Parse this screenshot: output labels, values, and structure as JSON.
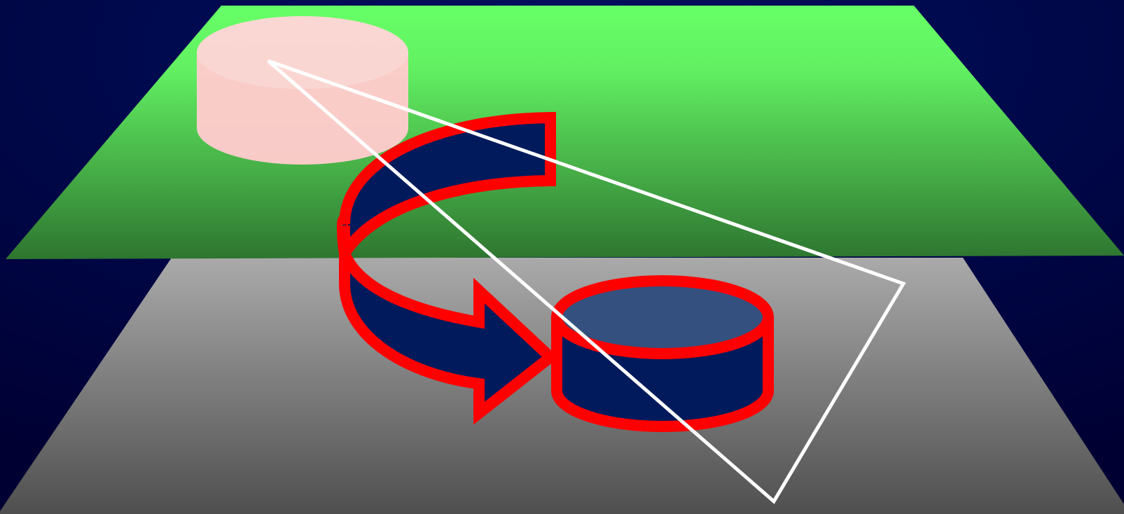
{
  "diagram": {
    "description_labels": [],
    "colors": {
      "background_center": "#001060",
      "background_edge": "#000033",
      "upper_plane_top": "#66FF66",
      "upper_plane_bottom": "#2E7530",
      "lower_plane_top": "#AAAAAA",
      "lower_plane_bottom": "#4F4F4F",
      "ghost_cylinder_fill": "#FFCCCC",
      "ghost_cylinder_top": "#FFD6D6",
      "solid_cylinder_fill": "#001A5C",
      "solid_cylinder_top": "#34507F",
      "arrow_fill": "#001A5C",
      "arrow_outline": "#FF0000",
      "triangle_outline": "#FFFFFF"
    },
    "elements": {
      "upper_plane": "upper-plane",
      "lower_plane": "lower-plane",
      "source_cylinder": "ghost-cylinder",
      "target_cylinder": "solid-cylinder",
      "transition_arrow": "curved-arrow",
      "selection_triangle": "outline-triangle"
    }
  }
}
